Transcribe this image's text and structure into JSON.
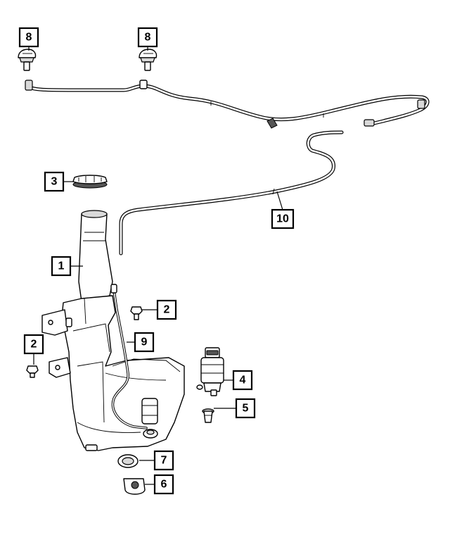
{
  "callouts": [
    {
      "id": "c8a",
      "label": "8"
    },
    {
      "id": "c8b",
      "label": "8"
    },
    {
      "id": "c3",
      "label": "3"
    },
    {
      "id": "c10",
      "label": "10"
    },
    {
      "id": "c1",
      "label": "1"
    },
    {
      "id": "c2a",
      "label": "2"
    },
    {
      "id": "c9",
      "label": "9"
    },
    {
      "id": "c2b",
      "label": "2"
    },
    {
      "id": "c4",
      "label": "4"
    },
    {
      "id": "c5",
      "label": "5"
    },
    {
      "id": "c7",
      "label": "7"
    },
    {
      "id": "c6",
      "label": "6"
    }
  ]
}
